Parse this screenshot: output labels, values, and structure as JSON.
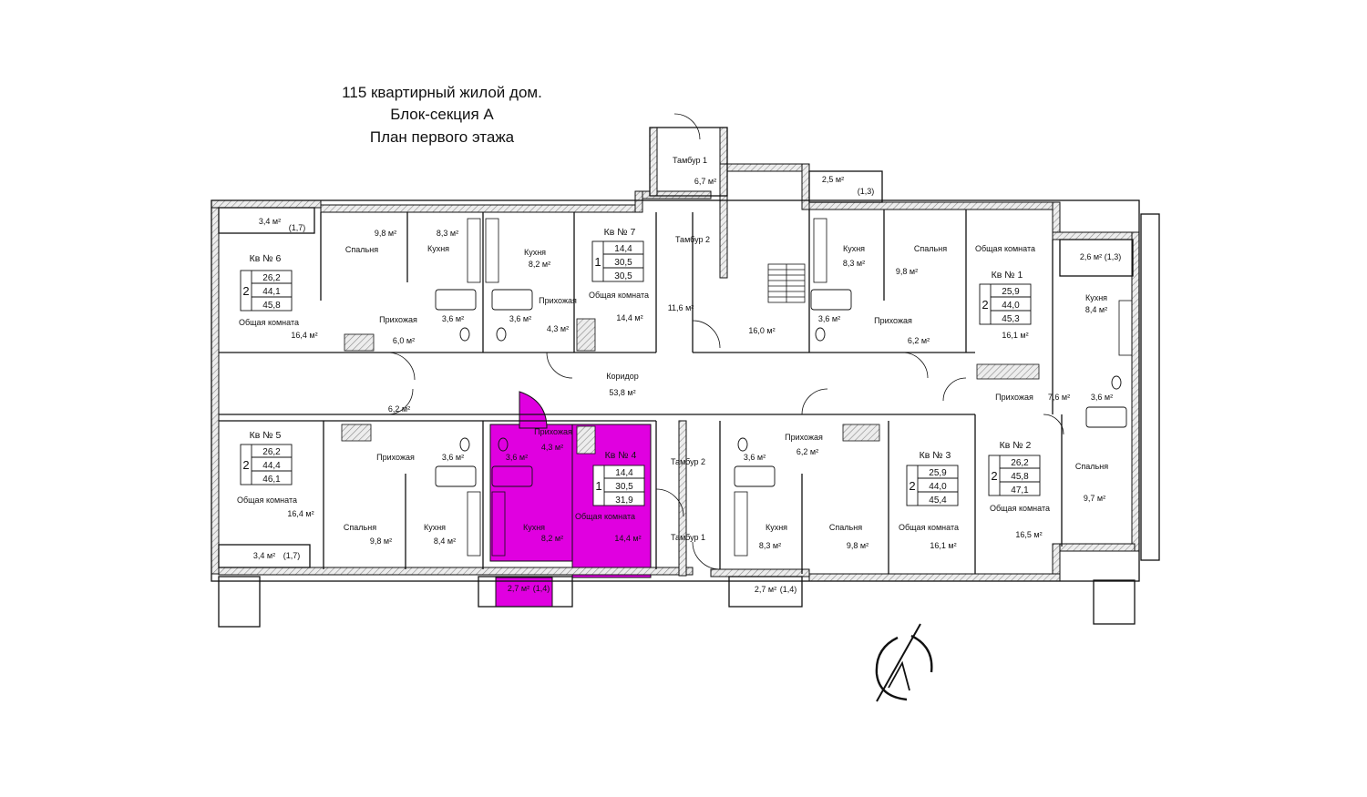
{
  "title": {
    "line1": "115 квартирный жилой дом.",
    "line2": "Блок-секция А",
    "line3": "План первого этажа"
  },
  "colors": {
    "highlight": "#e000e0",
    "wall": "#b8b8b8",
    "line": "#111111"
  },
  "highlighted_apartment": "Кв № 4",
  "apartments": [
    {
      "id": "apt6",
      "name": "Кв № 6",
      "rooms": "2",
      "values": [
        "26,2",
        "44,1",
        "45,8"
      ]
    },
    {
      "id": "apt7",
      "name": "Кв № 7",
      "rooms": "1",
      "values": [
        "14,4",
        "30,5",
        "30,5"
      ]
    },
    {
      "id": "apt1",
      "name": "Кв № 1",
      "rooms": "2",
      "values": [
        "25,9",
        "44,0",
        "45,3"
      ]
    },
    {
      "id": "apt5",
      "name": "Кв № 5",
      "rooms": "2",
      "values": [
        "26,2",
        "44,4",
        "46,1"
      ]
    },
    {
      "id": "apt4",
      "name": "Кв № 4",
      "rooms": "1",
      "values": [
        "14,4",
        "30,5",
        "31,9"
      ]
    },
    {
      "id": "apt3",
      "name": "Кв № 3",
      "rooms": "2",
      "values": [
        "25,9",
        "44,0",
        "45,4"
      ]
    },
    {
      "id": "apt2",
      "name": "Кв № 2",
      "rooms": "2",
      "values": [
        "26,2",
        "45,8",
        "47,1"
      ]
    }
  ],
  "rooms": [
    {
      "name": "",
      "area": "3,4 м²",
      "extra": "(1,7)"
    },
    {
      "name": "Спальня",
      "area": "9,8 м²"
    },
    {
      "name": "Кухня",
      "area": "8,3 м²"
    },
    {
      "name": "Общая комната",
      "area": "16,4 м²"
    },
    {
      "name": "Прихожая",
      "area": "6,0 м²"
    },
    {
      "name": "",
      "area": "3,6 м²"
    },
    {
      "name": "",
      "area": "3,6 м²"
    },
    {
      "name": "Кухня",
      "area": "8,2 м²"
    },
    {
      "name": "Прихожая",
      "area": "4,3 м²"
    },
    {
      "name": "Общая комната",
      "area": "14,4 м²"
    },
    {
      "name": "Тамбур 1",
      "area": "6,7 м²"
    },
    {
      "name": "Тамбур 2",
      "area": "11,6 м²"
    },
    {
      "name": "",
      "area": "16,0 м²"
    },
    {
      "name": "",
      "area": "2,5 м²",
      "extra": "(1,3)"
    },
    {
      "name": "Кухня",
      "area": "8,3 м²"
    },
    {
      "name": "Спальня",
      "area": "9,8 м²"
    },
    {
      "name": "Общая комната",
      "area": "16,1 м²"
    },
    {
      "name": "",
      "area": "3,6 м²"
    },
    {
      "name": "Прихожая",
      "area": "6,2 м²"
    },
    {
      "name": "",
      "area": "2,6 м²",
      "extra": "(1,3)"
    },
    {
      "name": "Кухня",
      "area": "8,4 м²"
    },
    {
      "name": "Коридор",
      "area": "53,8 м²"
    },
    {
      "name": "Прихожая",
      "area": "7,6 м²"
    },
    {
      "name": "",
      "area": "3,6 м²"
    },
    {
      "name": "",
      "area": "6,2 м²"
    },
    {
      "name": "Прихожая",
      "area": ""
    },
    {
      "name": "",
      "area": "3,6 м²"
    },
    {
      "name": "Общая комната",
      "area": "16,4 м²"
    },
    {
      "name": "Спальня",
      "area": "9,8 м²"
    },
    {
      "name": "Кухня",
      "area": "8,4 м²"
    },
    {
      "name": "",
      "area": "3,4 м²",
      "extra": "(1,7)"
    },
    {
      "name": "",
      "area": "3,6 м²"
    },
    {
      "name": "Прихожая",
      "area": "4,3 м²"
    },
    {
      "name": "Кухня",
      "area": "8,2 м²"
    },
    {
      "name": "Общая комната",
      "area": "14,4 м²"
    },
    {
      "name": "",
      "area": "2,7 м²",
      "extra": "(1,4)"
    },
    {
      "name": "Тамбур 2",
      "area": ""
    },
    {
      "name": "Тамбур 1",
      "area": ""
    },
    {
      "name": "",
      "area": "3,6 м²"
    },
    {
      "name": "Прихожая",
      "area": "6,2 м²"
    },
    {
      "name": "Кухня",
      "area": "8,3 м²"
    },
    {
      "name": "Спальня",
      "area": "9,8 м²"
    },
    {
      "name": "Общая комната",
      "area": "16,1 м²"
    },
    {
      "name": "",
      "area": "2,7 м²",
      "extra": "(1,4)"
    },
    {
      "name": "Спальня",
      "area": "9,7 м²"
    },
    {
      "name": "Общая комната",
      "area": "16,5 м²"
    }
  ]
}
